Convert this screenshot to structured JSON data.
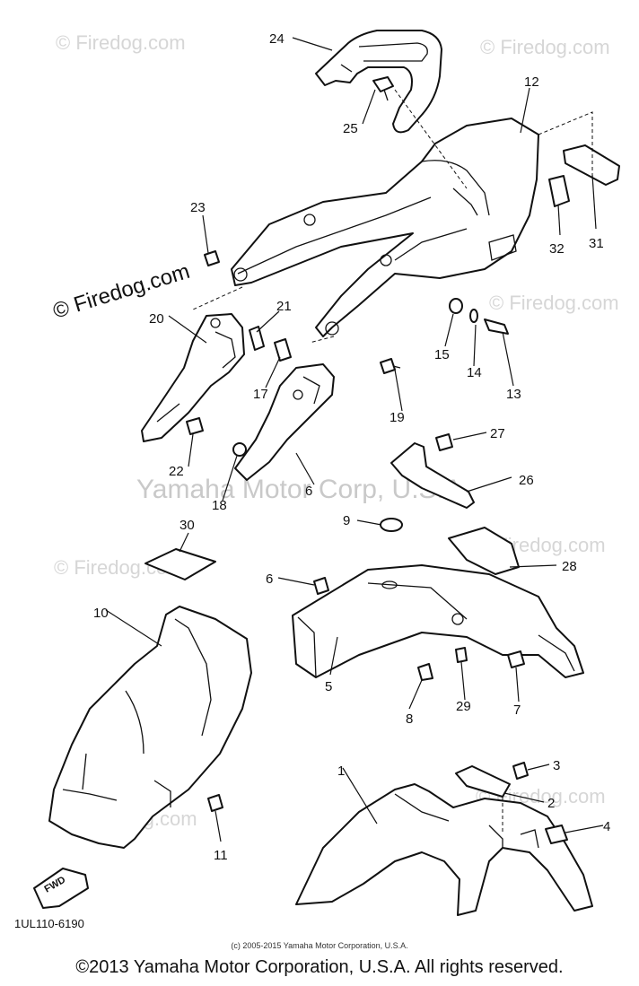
{
  "watermarks": {
    "site": "© Firedog.com",
    "center": "Yamaha Motor Corp, U.S.A."
  },
  "callouts": [
    "1",
    "2",
    "3",
    "4",
    "5",
    "6",
    "6",
    "7",
    "8",
    "9",
    "10",
    "11",
    "12",
    "13",
    "14",
    "15",
    "17",
    "18",
    "19",
    "20",
    "21",
    "22",
    "23",
    "24",
    "25",
    "26",
    "27",
    "28",
    "29",
    "30",
    "31",
    "32"
  ],
  "fwd_mark": "FWD",
  "figure_code": "1UL110-6190",
  "source_line": "(c) 2005-2015 Yamaha Motor Corporation, U.S.A.",
  "copyright": "©2013 Yamaha Motor Corporation, U.S.A. All rights reserved.",
  "colors": {
    "ink": "#111111",
    "watermark": "#d6d6d6",
    "background": "#ffffff"
  }
}
